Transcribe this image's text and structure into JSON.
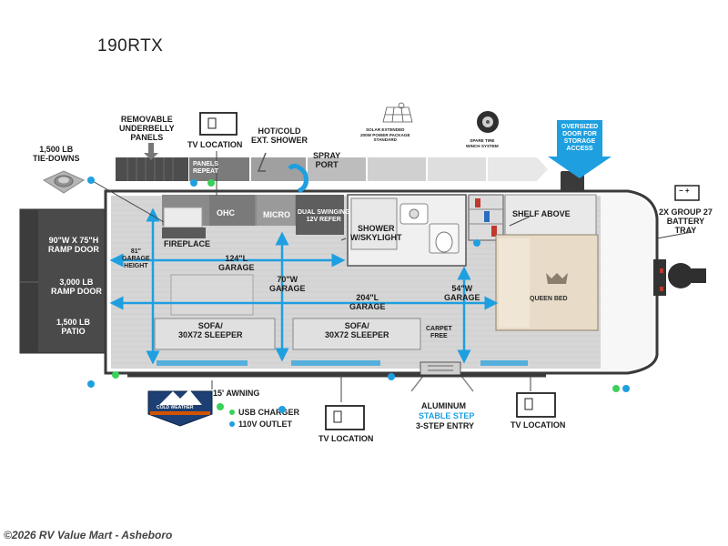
{
  "model": "190RTX",
  "labels": {
    "removable_panels": "REMOVABLE\nUNDERBELLY\nPANELS",
    "tv_location_top": "TV LOCATION",
    "hot_cold_shower": "HOT/COLD\nEXT. SHOWER",
    "solar": "SOLAR EXTENDED\n200W POWER PACKAGE\nSTANDARD",
    "spare_tire": "SPARE TIRE\nWINCH SYSTEM",
    "oversized_door": "OVERSIZED\nDOOR FOR\nSTORAGE\nACCESS",
    "tie_downs": "1,500 LB\nTIE-DOWNS",
    "panels_repeat": "PANELS\nREPEAT",
    "spray_port": "SPRAY\nPORT",
    "ohc": "OHC",
    "micro": "MICRO",
    "refer": "DUAL SWINGING\n12V REFER",
    "shower": "SHOWER\nw/SKYLIGHT",
    "shelf_above": "SHELF ABOVE",
    "battery": "2X GROUP 27\nBATTERY\nTRAY",
    "ramp_door_size": "90\"W x 75\"H\nRAMP DOOR",
    "ramp_door_weight": "3,000 LB\nRAMP DOOR",
    "patio": "1,500 LB\nPATIO",
    "fireplace": "FIREPLACE",
    "garage_height": "81\"\nGARAGE\nHEIGHT",
    "garage_124": "124\"L\nGARAGE",
    "garage_70": "70\"W\nGARAGE",
    "garage_204": "204\"L\nGARAGE",
    "garage_54": "54\"W\nGARAGE",
    "queen_bed": "QUEEN BED",
    "sofa_left": "SOFA/\n30x72 SLEEPER",
    "sofa_right": "SOFA/\n30x72 SLEEPER",
    "carpet_free": "CARPET\nFREE",
    "awning": "15' AWNING",
    "cold_weather": "COLD WEATHER",
    "usb_charger": "USB CHARGER",
    "outlet": "110V OUTLET",
    "tv_location_bottom_left": "TV LOCATION",
    "aluminum": "ALUMINUM",
    "stable_step": "STABLE STEP",
    "entry": "3-STEP ENTRY",
    "tv_location_bottom_right": "TV LOCATION",
    "battery_symbols": "− +"
  },
  "colors": {
    "blue_arrow": "#1e9fe0",
    "usb_dot": "#3ad15a",
    "outlet_dot": "#1e9fe0",
    "dark_panel": "#4a4a4a",
    "floor": "#d9d9d9",
    "bed": "#e8dcc8"
  },
  "copyright": "©2026 RV Value Mart - Asheboro"
}
